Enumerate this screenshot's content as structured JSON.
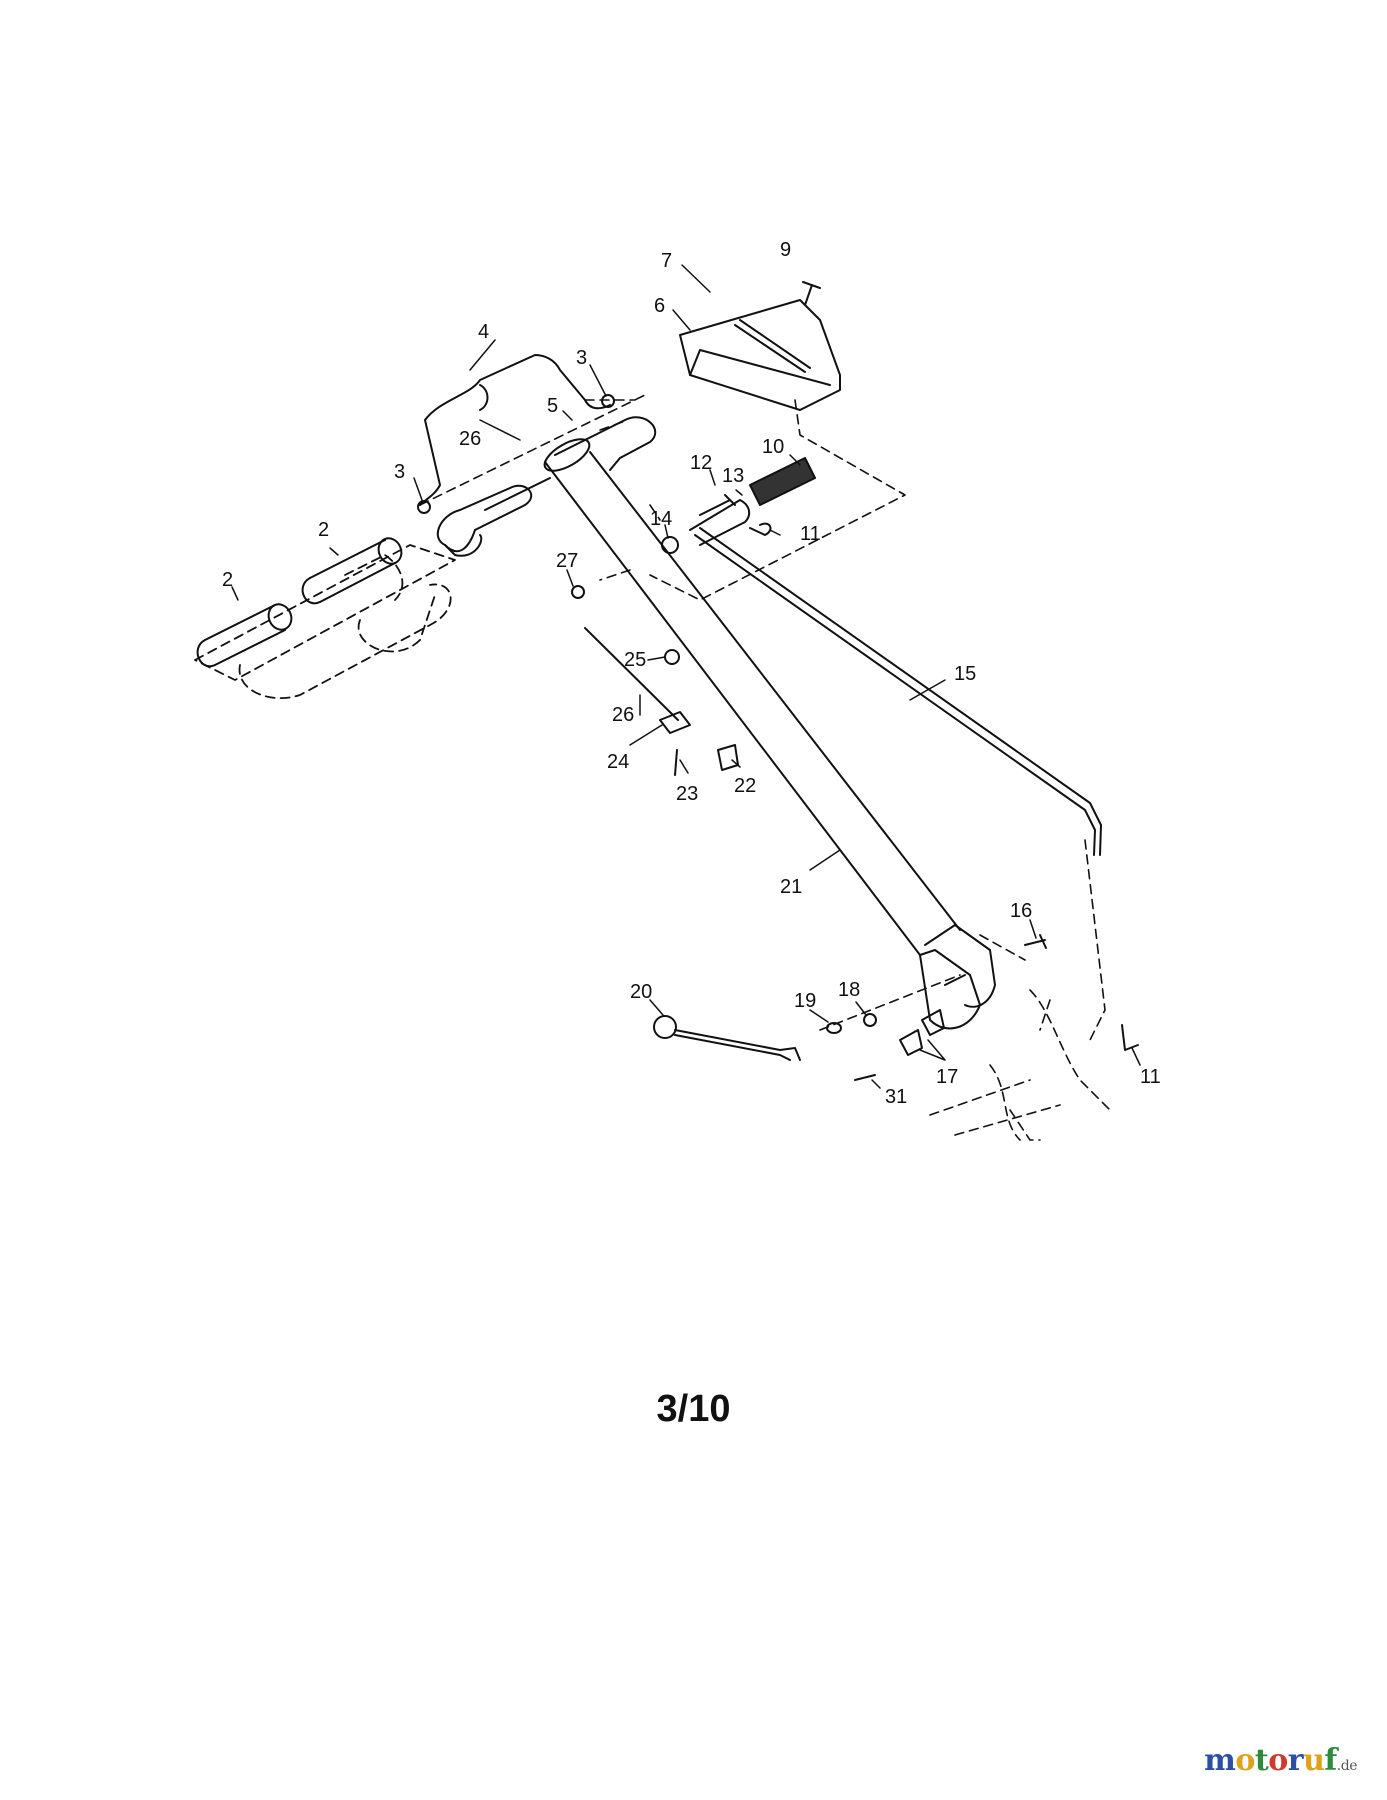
{
  "page_number": "3/10",
  "logo": {
    "parts": [
      "m",
      "o",
      "t",
      "o",
      "r",
      "u",
      "f"
    ],
    "suffix": ".de",
    "colors": [
      "#2b4fa3",
      "#e0a21a",
      "#2e8b3d",
      "#d03a2c",
      "#2b4fa3",
      "#e0a21a",
      "#2e8b3d"
    ]
  },
  "callouts": {
    "c7": "7",
    "c9": "9",
    "c6": "6",
    "c4": "4",
    "c3a": "3",
    "c5": "5",
    "c26a": "26",
    "c3b": "3",
    "c10": "10",
    "c12": "12",
    "c13": "13",
    "c14": "14",
    "c11a": "11",
    "c2a": "2",
    "c27": "27",
    "c2b": "2",
    "c25": "25",
    "c15": "15",
    "c26b": "26",
    "c24": "24",
    "c22": "22",
    "c23": "23",
    "c21": "21",
    "c16": "16",
    "c20": "20",
    "c19": "19",
    "c18": "18",
    "c17": "17",
    "c11b": "11",
    "c31": "31"
  }
}
